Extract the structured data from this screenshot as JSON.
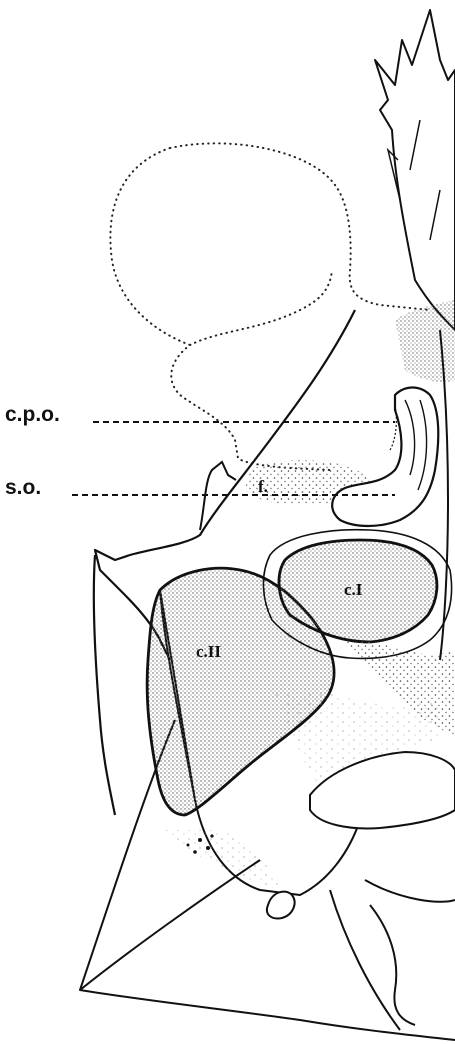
{
  "labels": {
    "cpo": "c.p.o.",
    "so": "s.o.",
    "f": "f.",
    "ci": "c.I",
    "cii": "c.II"
  },
  "colors": {
    "ink": "#111111",
    "stipple": "#9a9a9a",
    "background": "#ffffff"
  }
}
